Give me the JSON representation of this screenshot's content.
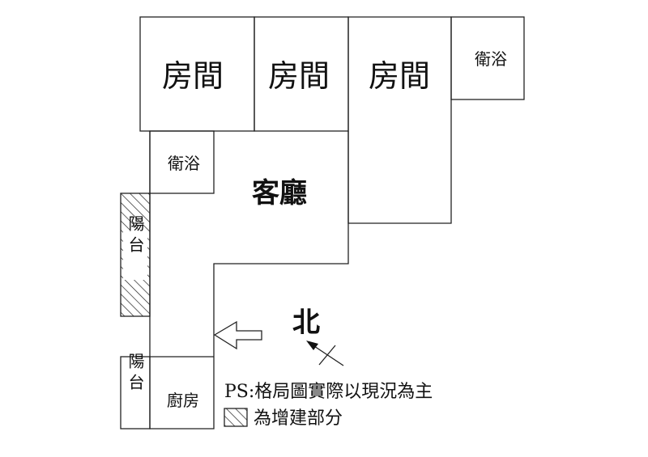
{
  "rooms": {
    "room_1": "房間",
    "room_2": "房間",
    "room_3": "房間",
    "bath_top": "衛浴",
    "bath_left": "衛浴",
    "living": "客廳",
    "kitchen": "廚房",
    "balcony_upper": "陽台",
    "balcony_lower": "陽台"
  },
  "compass": {
    "label": "北"
  },
  "notes": {
    "disclaimer": "PS:格局圖實際以現況為主",
    "legend": "為增建部分"
  },
  "colors": {
    "line": "#222222",
    "background": "#ffffff"
  }
}
